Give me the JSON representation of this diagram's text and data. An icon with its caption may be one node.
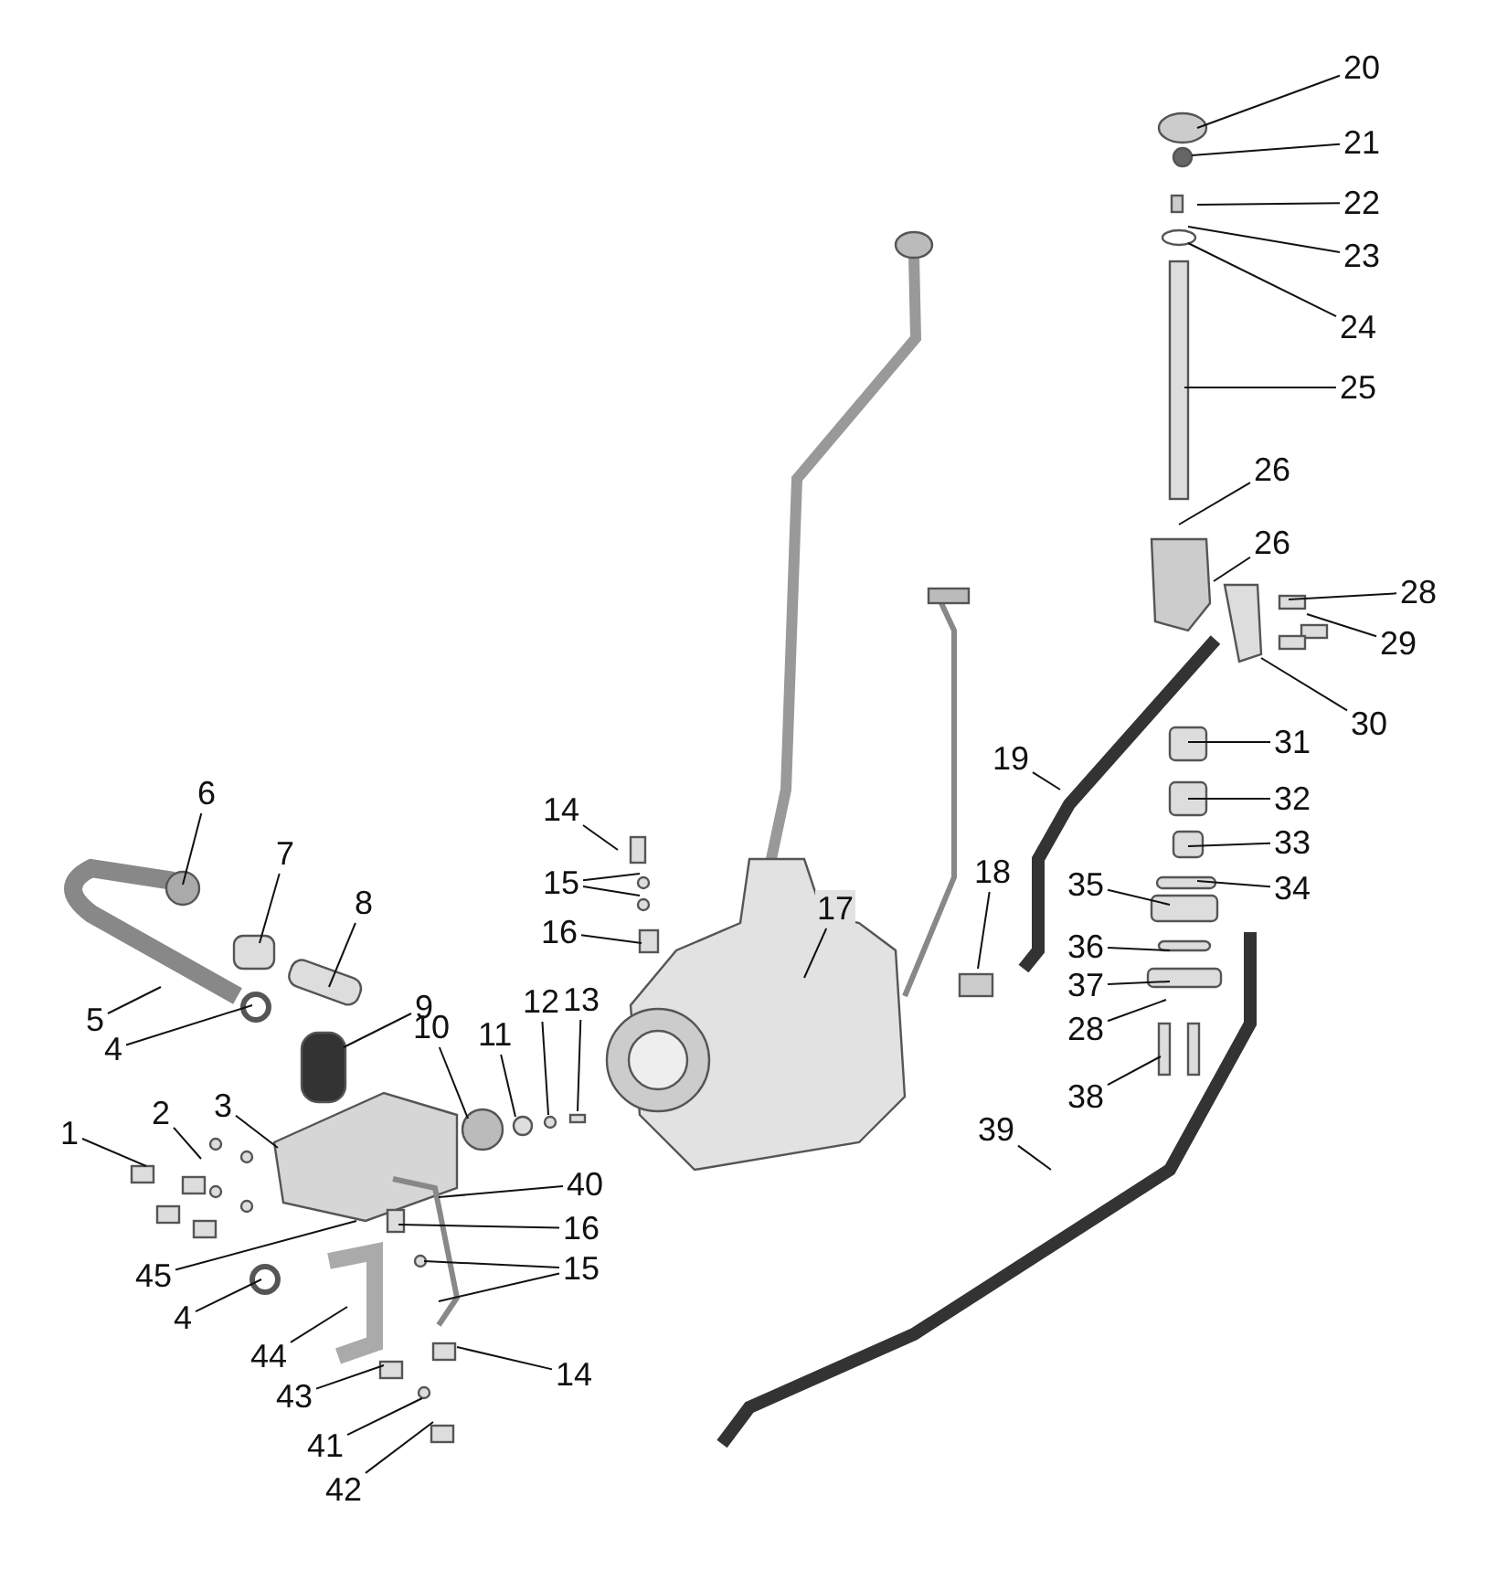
{
  "diagram": {
    "nodes": [
      {
        "text": [
          "1"
        ]
      },
      {
        "text": [
          "2"
        ]
      },
      {
        "text": [
          "3"
        ]
      },
      {
        "text": [
          "4"
        ]
      },
      {
        "text": [
          "5"
        ]
      },
      {
        "text": [
          "6"
        ]
      },
      {
        "text": [
          "7"
        ]
      },
      {
        "text": [
          "8"
        ]
      },
      {
        "text": [
          "9"
        ]
      },
      {
        "text": [
          "10"
        ]
      },
      {
        "text": [
          "11"
        ]
      },
      {
        "text": [
          "12"
        ]
      },
      {
        "text": [
          "13"
        ]
      },
      {
        "text": [
          "14"
        ]
      },
      {
        "text": [
          "15"
        ]
      },
      {
        "text": [
          "16"
        ]
      },
      {
        "text": [
          "17"
        ]
      },
      {
        "text": [
          "18"
        ]
      },
      {
        "text": [
          "19"
        ]
      },
      {
        "text": [
          "20"
        ]
      },
      {
        "text": [
          "21"
        ]
      },
      {
        "text": [
          "22"
        ]
      },
      {
        "text": [
          "23"
        ]
      },
      {
        "text": [
          "24"
        ]
      },
      {
        "text": [
          "25"
        ]
      },
      {
        "text": [
          "26"
        ]
      },
      {
        "text": [
          "26"
        ]
      },
      {
        "text": [
          "28"
        ]
      },
      {
        "text": [
          "29"
        ]
      },
      {
        "text": [
          "30"
        ]
      },
      {
        "text": [
          "31"
        ]
      },
      {
        "text": [
          "32"
        ]
      },
      {
        "text": [
          "33"
        ]
      },
      {
        "text": [
          "34"
        ]
      },
      {
        "text": [
          "35"
        ]
      },
      {
        "text": [
          "36"
        ]
      },
      {
        "text": [
          "37"
        ]
      },
      {
        "text": [
          "28"
        ]
      },
      {
        "text": [
          "38"
        ]
      },
      {
        "text": [
          "39"
        ]
      },
      {
        "text": [
          "40"
        ]
      },
      {
        "text": [
          "16"
        ]
      },
      {
        "text": [
          "15"
        ]
      },
      {
        "text": [
          "14"
        ]
      },
      {
        "text": [
          "45"
        ]
      },
      {
        "text": [
          "4"
        ]
      },
      {
        "text": [
          "44"
        ]
      },
      {
        "text": [
          "43"
        ]
      },
      {
        "text": [
          "41"
        ]
      },
      {
        "text": [
          "42"
        ]
      }
    ],
    "edges": [
      {
        "from": 0,
        "to": null,
        "arrow": "none"
      },
      {
        "from": 1,
        "to": null,
        "arrow": "none"
      },
      {
        "from": 2,
        "to": null,
        "arrow": "none"
      },
      {
        "from": 3,
        "to": null,
        "arrow": "none"
      },
      {
        "from": 4,
        "to": null,
        "arrow": "none"
      },
      {
        "from": 5,
        "to": null,
        "arrow": "none"
      },
      {
        "from": 6,
        "to": null,
        "arrow": "none"
      },
      {
        "from": 7,
        "to": null,
        "arrow": "none"
      },
      {
        "from": 8,
        "to": null,
        "arrow": "none"
      },
      {
        "from": 9,
        "to": null,
        "arrow": "none"
      },
      {
        "from": 10,
        "to": null,
        "arrow": "none"
      },
      {
        "from": 11,
        "to": null,
        "arrow": "none"
      },
      {
        "from": 12,
        "to": null,
        "arrow": "none"
      },
      {
        "from": 13,
        "to": null,
        "arrow": "none"
      },
      {
        "from": 14,
        "to": null,
        "arrow": "none"
      },
      {
        "from": 14,
        "to": null,
        "arrow": "none"
      },
      {
        "from": 15,
        "to": null,
        "arrow": "none"
      },
      {
        "from": 16,
        "to": null,
        "arrow": "none"
      },
      {
        "from": 17,
        "to": null,
        "arrow": "none"
      },
      {
        "from": 18,
        "to": null,
        "arrow": "none"
      },
      {
        "from": 19,
        "to": null,
        "arrow": "none"
      },
      {
        "from": 20,
        "to": null,
        "arrow": "none"
      },
      {
        "from": 21,
        "to": null,
        "arrow": "none"
      },
      {
        "from": 22,
        "to": null,
        "arrow": "none"
      },
      {
        "from": 23,
        "to": null,
        "arrow": "none"
      },
      {
        "from": 24,
        "to": null,
        "arrow": "none"
      },
      {
        "from": 25,
        "to": null,
        "arrow": "none"
      },
      {
        "from": 26,
        "to": null,
        "arrow": "none"
      },
      {
        "from": 27,
        "to": null,
        "arrow": "none"
      },
      {
        "from": 28,
        "to": null,
        "arrow": "none"
      },
      {
        "from": 29,
        "to": null,
        "arrow": "none"
      },
      {
        "from": 30,
        "to": null,
        "arrow": "none"
      },
      {
        "from": 31,
        "to": null,
        "arrow": "none"
      },
      {
        "from": 32,
        "to": null,
        "arrow": "none"
      },
      {
        "from": 33,
        "to": null,
        "arrow": "none"
      },
      {
        "from": 34,
        "to": null,
        "arrow": "none"
      },
      {
        "from": 35,
        "to": null,
        "arrow": "none"
      },
      {
        "from": 36,
        "to": null,
        "arrow": "none"
      },
      {
        "from": 37,
        "to": null,
        "arrow": "none"
      },
      {
        "from": 38,
        "to": null,
        "arrow": "none"
      },
      {
        "from": 39,
        "to": null,
        "arrow": "none"
      },
      {
        "from": 40,
        "to": null,
        "arrow": "none"
      },
      {
        "from": 41,
        "to": null,
        "arrow": "none"
      },
      {
        "from": 42,
        "to": null,
        "arrow": "none"
      },
      {
        "from": 42,
        "to": null,
        "arrow": "none"
      },
      {
        "from": 43,
        "to": null,
        "arrow": "none"
      },
      {
        "from": 44,
        "to": null,
        "arrow": "none"
      },
      {
        "from": 45,
        "to": null,
        "arrow": "none"
      },
      {
        "from": 46,
        "to": null,
        "arrow": "none"
      },
      {
        "from": 47,
        "to": null,
        "arrow": "none"
      },
      {
        "from": 48,
        "to": null,
        "arrow": "none"
      },
      {
        "from": 49,
        "to": null,
        "arrow": "none"
      }
    ]
  }
}
